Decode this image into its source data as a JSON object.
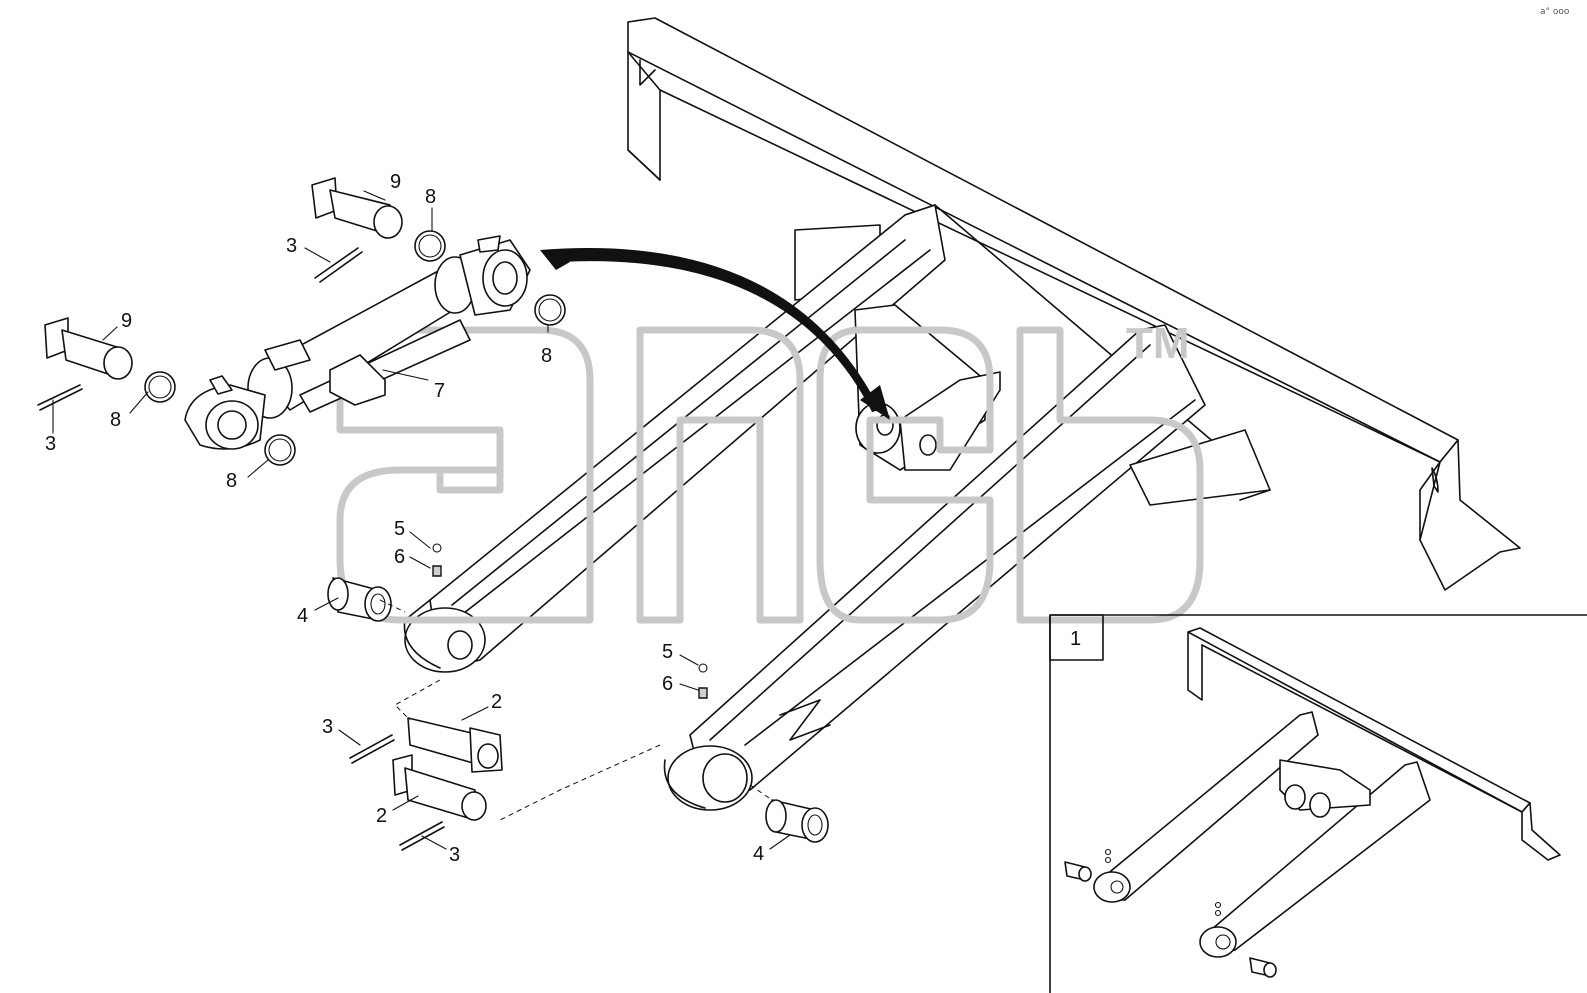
{
  "diagram": {
    "callouts": [
      {
        "id": "c9a",
        "text": "9"
      },
      {
        "id": "c8a",
        "text": "8"
      },
      {
        "id": "c3a",
        "text": "3"
      },
      {
        "id": "c9b",
        "text": "9"
      },
      {
        "id": "c8b",
        "text": "8"
      },
      {
        "id": "c7",
        "text": "7"
      },
      {
        "id": "c3b",
        "text": "3"
      },
      {
        "id": "c8c",
        "text": "8"
      },
      {
        "id": "c8d",
        "text": "8"
      },
      {
        "id": "c5a",
        "text": "5"
      },
      {
        "id": "c6a",
        "text": "6"
      },
      {
        "id": "c4a",
        "text": "4"
      },
      {
        "id": "c2a",
        "text": "2"
      },
      {
        "id": "c3c",
        "text": "3"
      },
      {
        "id": "c2b",
        "text": "2"
      },
      {
        "id": "c3d",
        "text": "3"
      },
      {
        "id": "c5b",
        "text": "5"
      },
      {
        "id": "c6b",
        "text": "6"
      },
      {
        "id": "c4b",
        "text": "4"
      }
    ],
    "inset": {
      "label": "1"
    },
    "watermark": {
      "text": "TM"
    },
    "corner_mark": "a° ooo"
  }
}
